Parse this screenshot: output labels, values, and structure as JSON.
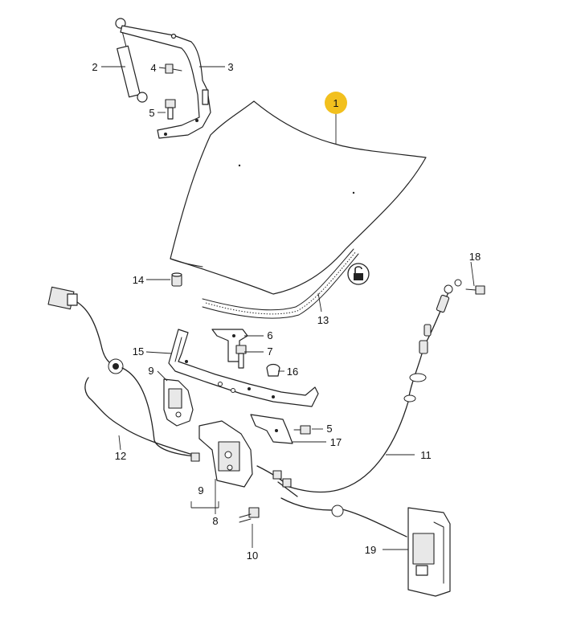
{
  "callout_numbers": {
    "c1": "1",
    "c2": "2",
    "c3": "3",
    "c4": "4",
    "c5a": "5",
    "c6": "6",
    "c7": "7",
    "c8": "8",
    "c9a": "9",
    "c9b": "9",
    "c10": "10",
    "c11": "11",
    "c12": "12",
    "c13": "13",
    "c14": "14",
    "c15": "15",
    "c16": "16",
    "c17": "17",
    "c18": "18",
    "c19": "19",
    "c5b": "5"
  },
  "colors": {
    "highlight": "#F2C01E",
    "line": "#222222"
  },
  "icons": {
    "lock_symbol": "padlock-icon"
  }
}
